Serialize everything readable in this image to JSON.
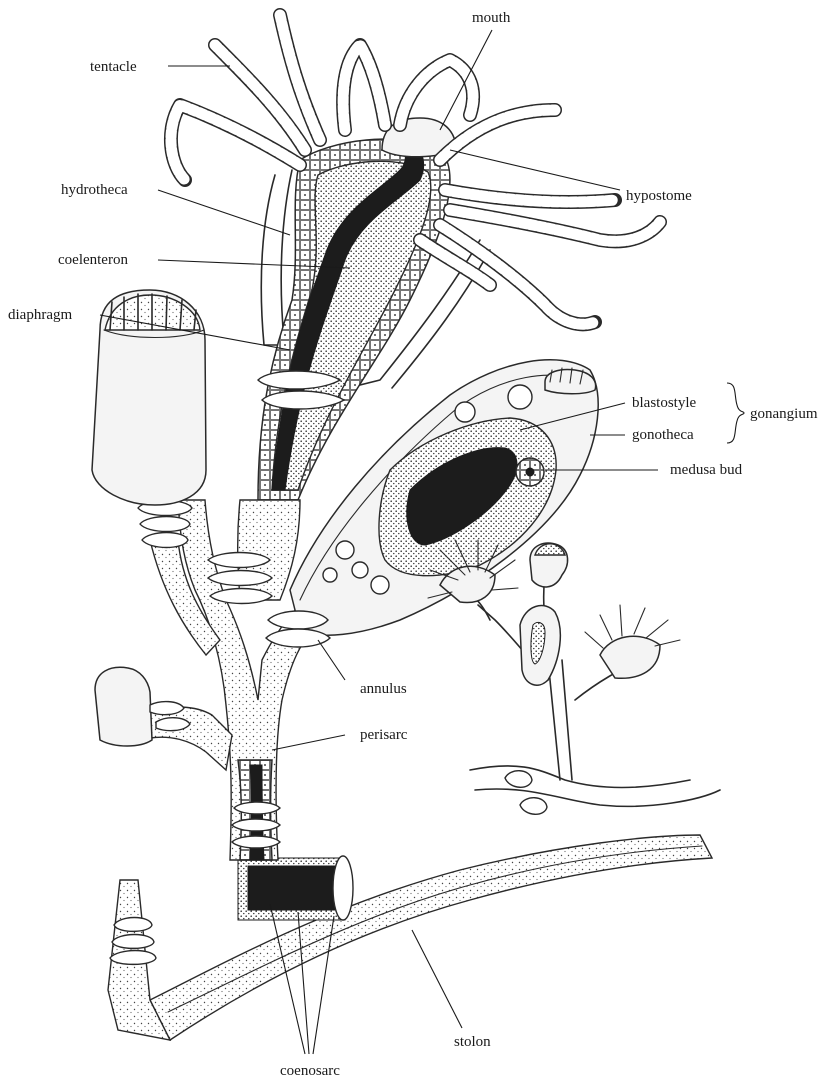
{
  "labels": {
    "mouth": "mouth",
    "tentacle": "tentacle",
    "hypostome": "hypostome",
    "hydrotheca": "hydrotheca",
    "coelenteron": "coelenteron",
    "diaphragm": "diaphragm",
    "blastostyle": "blastostyle",
    "gonotheca": "gonotheca",
    "gonangium": "gonangium",
    "medusa_bud": "medusa bud",
    "annulus": "annulus",
    "perisarc": "perisarc",
    "stolon": "stolon",
    "coenosarc": "coenosarc"
  },
  "colors": {
    "ink": "#1a1a1a",
    "paper": "#ffffff"
  }
}
